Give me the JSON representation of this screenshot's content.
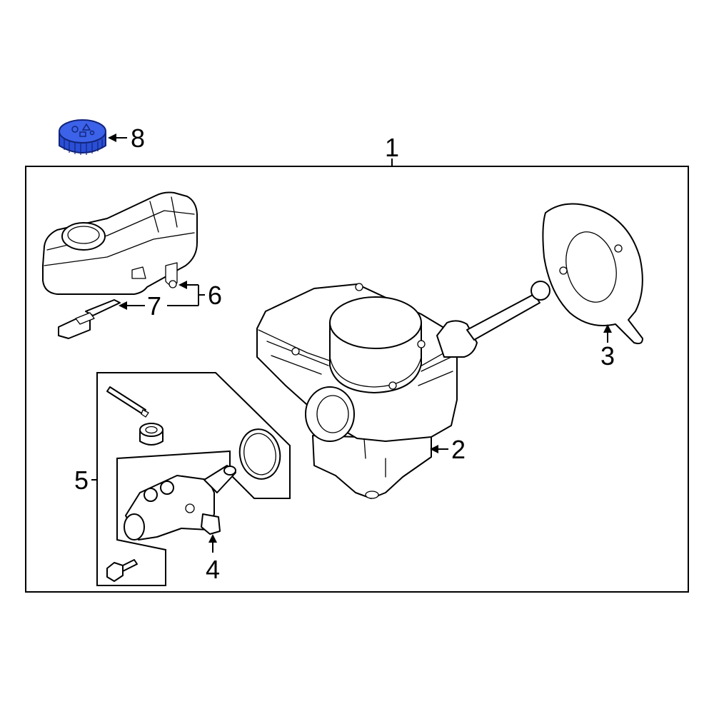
{
  "callouts": {
    "c1": "1",
    "c2": "2",
    "c3": "3",
    "c4": "4",
    "c5": "5",
    "c6": "6",
    "c7": "7",
    "c8": "8"
  },
  "colors": {
    "highlight": "#2a4fd6",
    "highlight_dark": "#12247a",
    "line": "#000000",
    "background": "#ffffff"
  }
}
